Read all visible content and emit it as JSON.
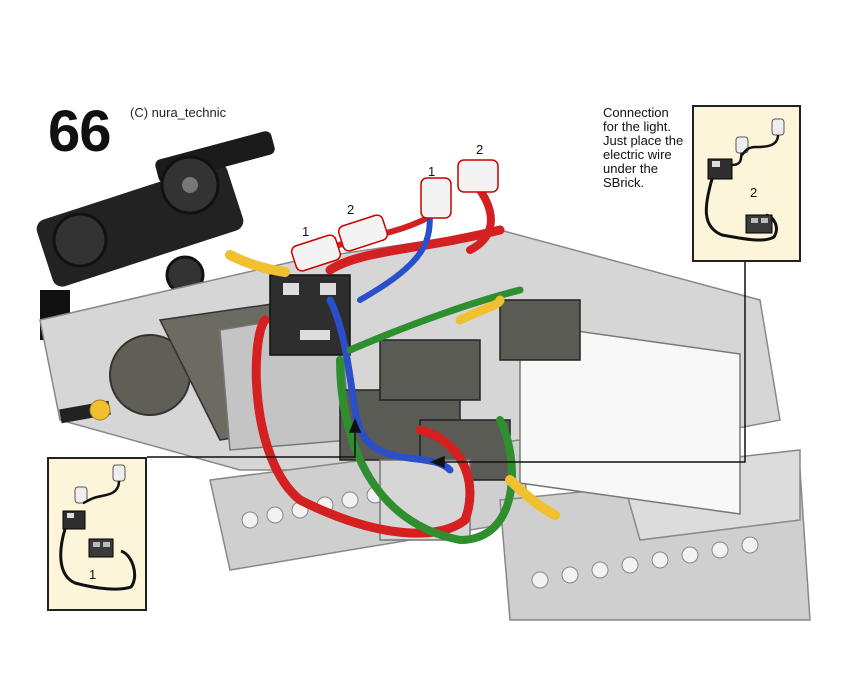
{
  "step": {
    "number": "66",
    "copyright": "(C) nura_technic"
  },
  "note": {
    "lines": [
      "Connection",
      "for the light.",
      "Just place the",
      "electric wire",
      "under the",
      "SBrick."
    ]
  },
  "callouts": {
    "top_1_left": "1",
    "top_2_left": "2",
    "top_1_right": "1",
    "top_2_right": "2"
  },
  "inset_right": {
    "label": "2"
  },
  "inset_left": {
    "label": "1"
  },
  "colors": {
    "wire_red": "#d42020",
    "wire_blue": "#2a4fc8",
    "wire_green": "#2f8f2f",
    "wire_yellow": "#f0c030",
    "brick_dark": "#3a3a3a",
    "beam_grey": "#c8c8c8",
    "inset_bg": "#fdf5d9"
  }
}
